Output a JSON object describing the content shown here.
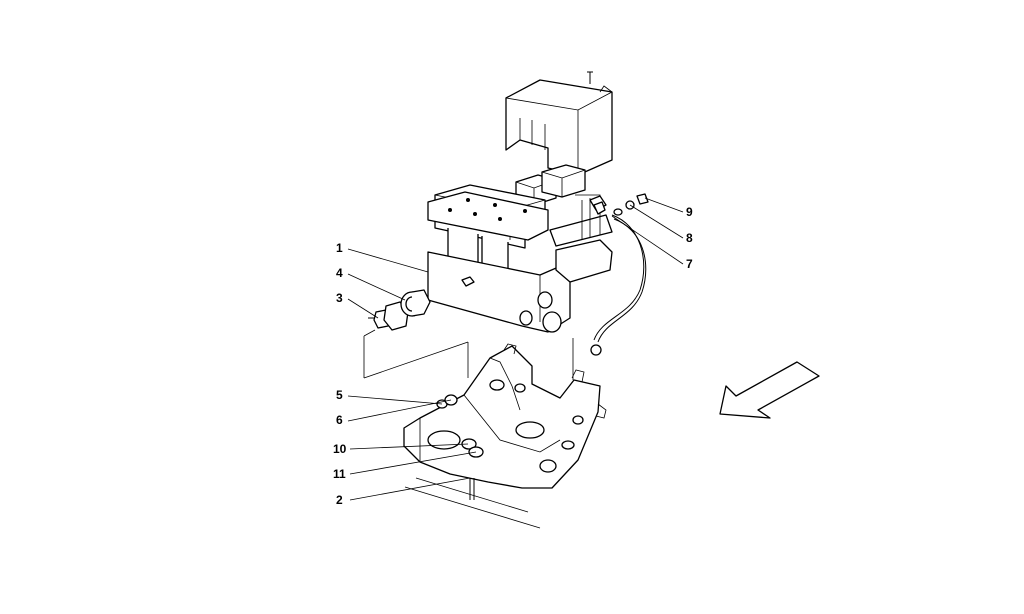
{
  "diagram": {
    "callouts": [
      {
        "id": "c1",
        "text": "1"
      },
      {
        "id": "c2",
        "text": "2"
      },
      {
        "id": "c3",
        "text": "3"
      },
      {
        "id": "c4",
        "text": "4"
      },
      {
        "id": "c5",
        "text": "5"
      },
      {
        "id": "c6",
        "text": "6"
      },
      {
        "id": "c7",
        "text": "7"
      },
      {
        "id": "c8",
        "text": "8"
      },
      {
        "id": "c9",
        "text": "9"
      },
      {
        "id": "c10",
        "text": "10"
      },
      {
        "id": "c11",
        "text": "11"
      }
    ],
    "icons": {
      "direction_arrow": "front-direction-arrow-icon"
    }
  }
}
